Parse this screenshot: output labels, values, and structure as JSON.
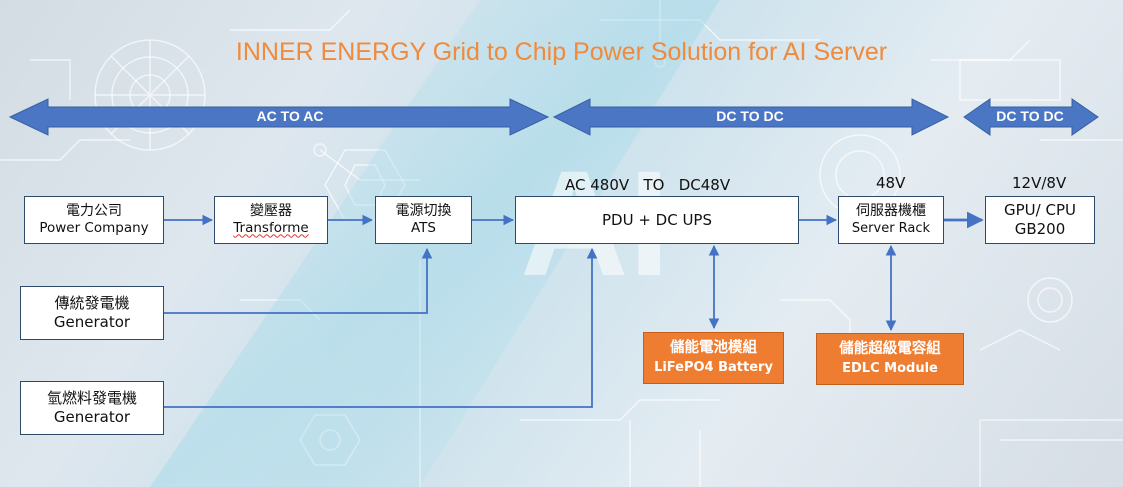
{
  "title": "INNER ENERGY Grid to Chip Power Solution for AI Server",
  "sections": [
    "AC TO AC",
    "DC TO DC",
    "DC TO DC"
  ],
  "voltage_labels": {
    "pdu": "AC 480V   TO   DC48V",
    "rack": "48V",
    "gpu": "12V/8V"
  },
  "nodes": {
    "power_company": {
      "zh": "電力公司",
      "en": "Power Company"
    },
    "transformer": {
      "zh": "變壓器",
      "en": "Transforme"
    },
    "ats": {
      "zh": "電源切換",
      "en": "ATS"
    },
    "pdu": {
      "en": "PDU + DC UPS"
    },
    "server_rack": {
      "zh": "伺服器機櫃",
      "en": "Server Rack"
    },
    "gpu": {
      "line1": "GPU/ CPU",
      "line2": "GB200"
    },
    "generator": {
      "zh": "傳統發電機",
      "en": "Generator"
    },
    "hydrogen_generator": {
      "zh": "氫燃料發電機",
      "en": "Generator"
    },
    "battery": {
      "zh": "儲能電池模組",
      "en": "LiFePO4 Battery"
    },
    "edlc": {
      "zh": "儲能超級電容組",
      "en": "EDLC Module"
    }
  },
  "colors": {
    "title": "#f08a3c",
    "band": "#4a76c4",
    "connector": "#4472c4",
    "storage_box": "#ef7d31",
    "box_border": "#2e4a6b",
    "watermark": "#ffffff"
  },
  "watermark": "AI",
  "icons": [
    "circuit-background",
    "ai-watermark"
  ]
}
